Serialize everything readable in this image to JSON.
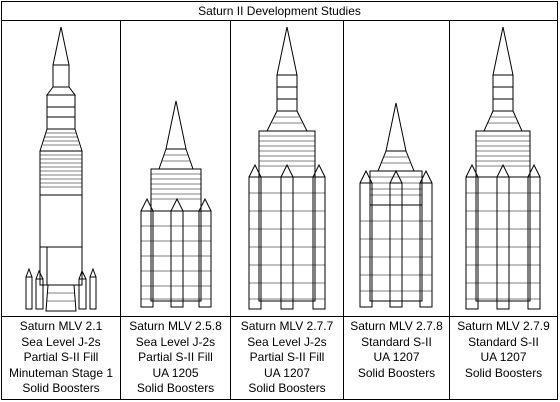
{
  "title": "Saturn II Development Studies",
  "colors": {
    "ink": "#000000",
    "background": "#ffffff"
  },
  "panels": [
    {
      "id": "mlv-2-1",
      "lines": [
        "Saturn MLV 2.1",
        "Sea Level J-2s",
        "Partial S-II Fill",
        "Minuteman Stage 1",
        "Solid Boosters"
      ]
    },
    {
      "id": "mlv-2-5-8",
      "lines": [
        "Saturn MLV 2.5.8",
        "Sea Level J-2s",
        "Partial S-II Fill",
        "UA 1205",
        "Solid Boosters"
      ]
    },
    {
      "id": "mlv-2-7-7",
      "lines": [
        "Saturn MLV 2.7.7",
        "Sea Level J-2s",
        "Partial S-II Fill",
        "UA 1207",
        "Solid Boosters"
      ]
    },
    {
      "id": "mlv-2-7-8",
      "lines": [
        "Saturn MLV 2.7.8",
        "Standard S-II",
        "UA 1207",
        "Solid Boosters"
      ]
    },
    {
      "id": "mlv-2-7-9",
      "lines": [
        "Saturn MLV 2.7.9",
        "Standard S-II",
        "UA 1207",
        "Solid Boosters"
      ]
    }
  ]
}
